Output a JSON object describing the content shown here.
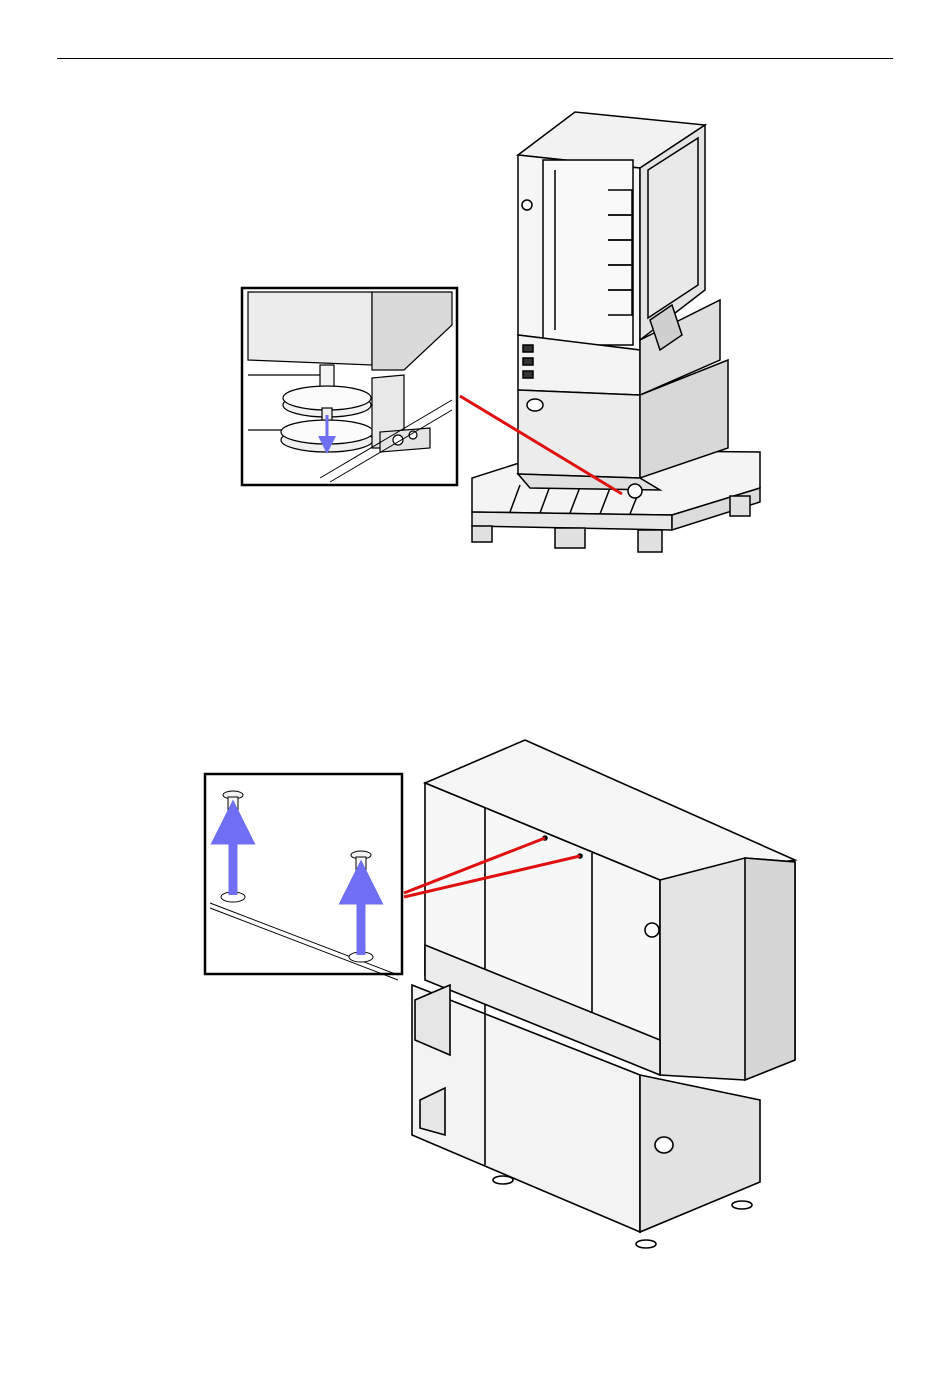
{
  "page": {
    "header_rule": true
  },
  "figure_top": {
    "subject": "machine-on-pallet",
    "detail": "leveling-foot-lowered",
    "arrow_color": "#6f6ff5",
    "pointer_color": "#e01010"
  },
  "figure_bottom": {
    "subject": "machine-top-panel",
    "detail": "transport-screws-removed",
    "arrow_color": "#6f6ff5",
    "pointer_color": "#e01010"
  },
  "colors": {
    "line": "#000000",
    "panel_fill": "#ececec",
    "panel_dark": "#d8d8d8",
    "arrow": "#6f6ff5",
    "pointer": "#e01010"
  }
}
